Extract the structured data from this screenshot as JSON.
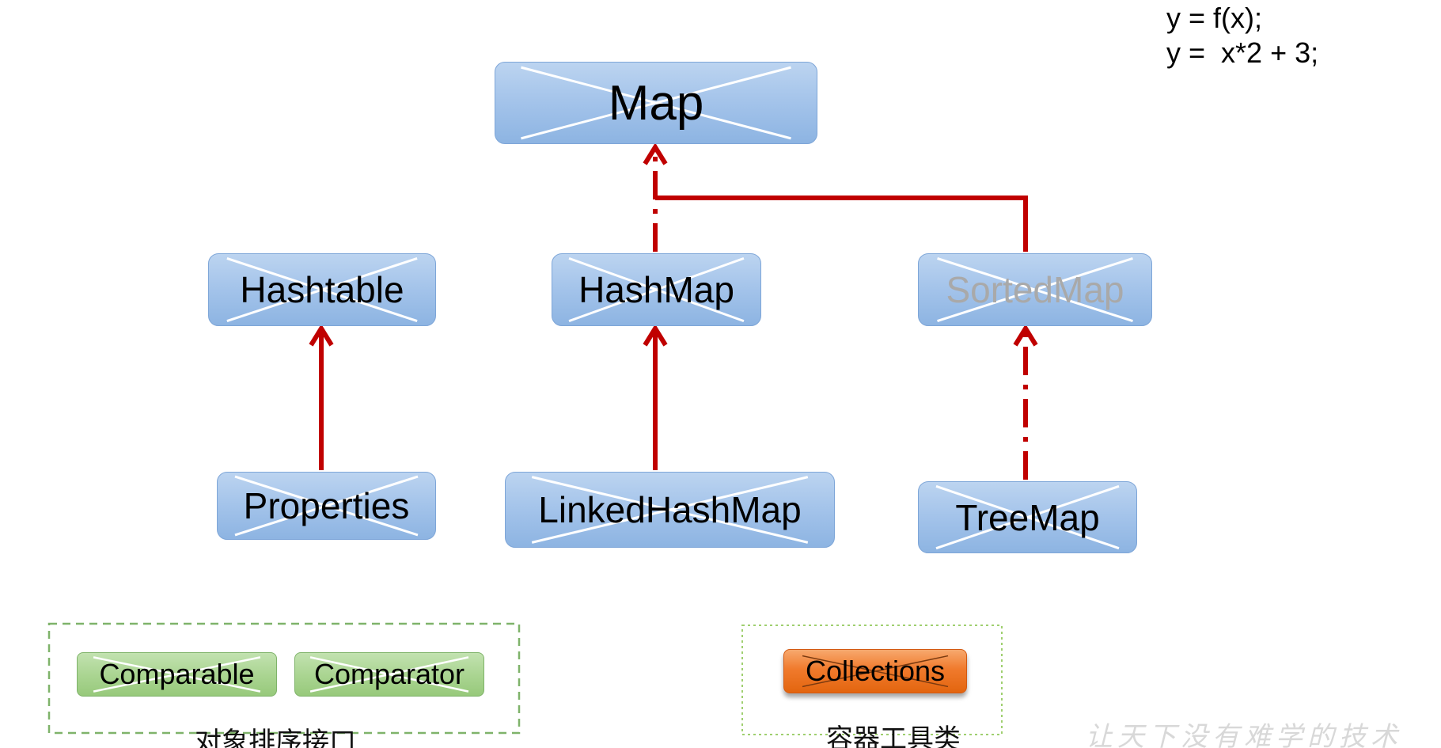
{
  "formula": {
    "line1": "y = f(x);",
    "line2": "y =  x*2 + 3;"
  },
  "nodes": {
    "map": "Map",
    "hashtable": "Hashtable",
    "hashmap": "HashMap",
    "sortedmap": "SortedMap",
    "properties": "Properties",
    "linkedhashmap": "LinkedHashMap",
    "treemap": "TreeMap",
    "comparable": "Comparable",
    "comparator": "Comparator",
    "collections": "Collections"
  },
  "groups": {
    "sort_interfaces_caption": "对象排序接口",
    "container_utils_caption": "容器工具类"
  },
  "watermark": "让天下没有难学的技术",
  "colors": {
    "arrow_red": "#c00000",
    "node_blue": "#a3c3ea",
    "node_green": "#a9d490",
    "node_orange": "#f07a2c",
    "dashed_green": "#7fb36a"
  }
}
